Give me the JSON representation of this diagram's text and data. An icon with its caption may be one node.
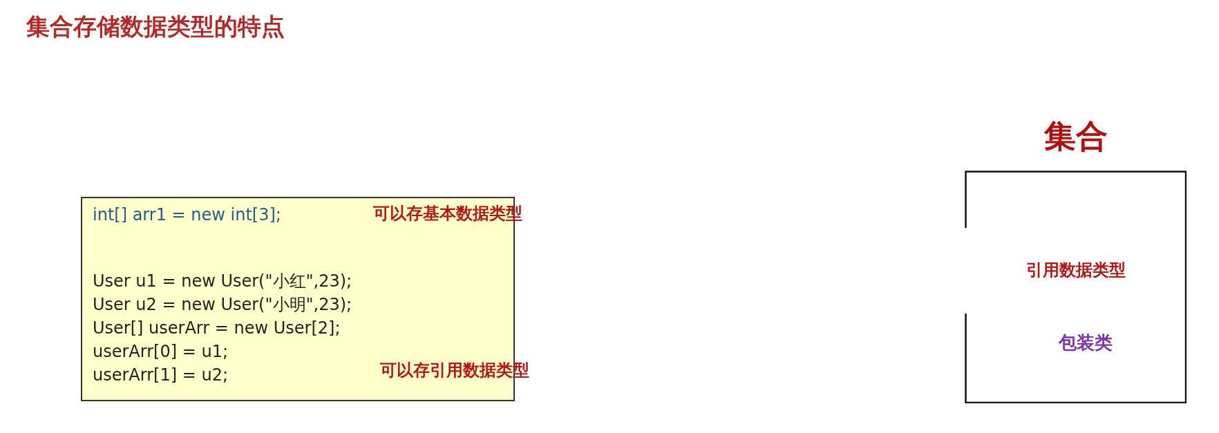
{
  "diagram": {
    "title": "集合存储数据类型的特点",
    "nodes": [
      {
        "text": [
          "int[] arr1 = new int[3];",
          "User u1 = new User(\"小红\",23);",
          "User u2 = new User(\"小明\",23);",
          "User[] userArr = new User[2];",
          "userArr[0] = u1;",
          "userArr[1] = u2;"
        ]
      },
      {
        "text": [
          "集合",
          "引用数据类型",
          "包装类"
        ]
      }
    ],
    "edges": [],
    "labels": [
      "可以存基本数据类型",
      "可以存引用数据类型"
    ]
  }
}
